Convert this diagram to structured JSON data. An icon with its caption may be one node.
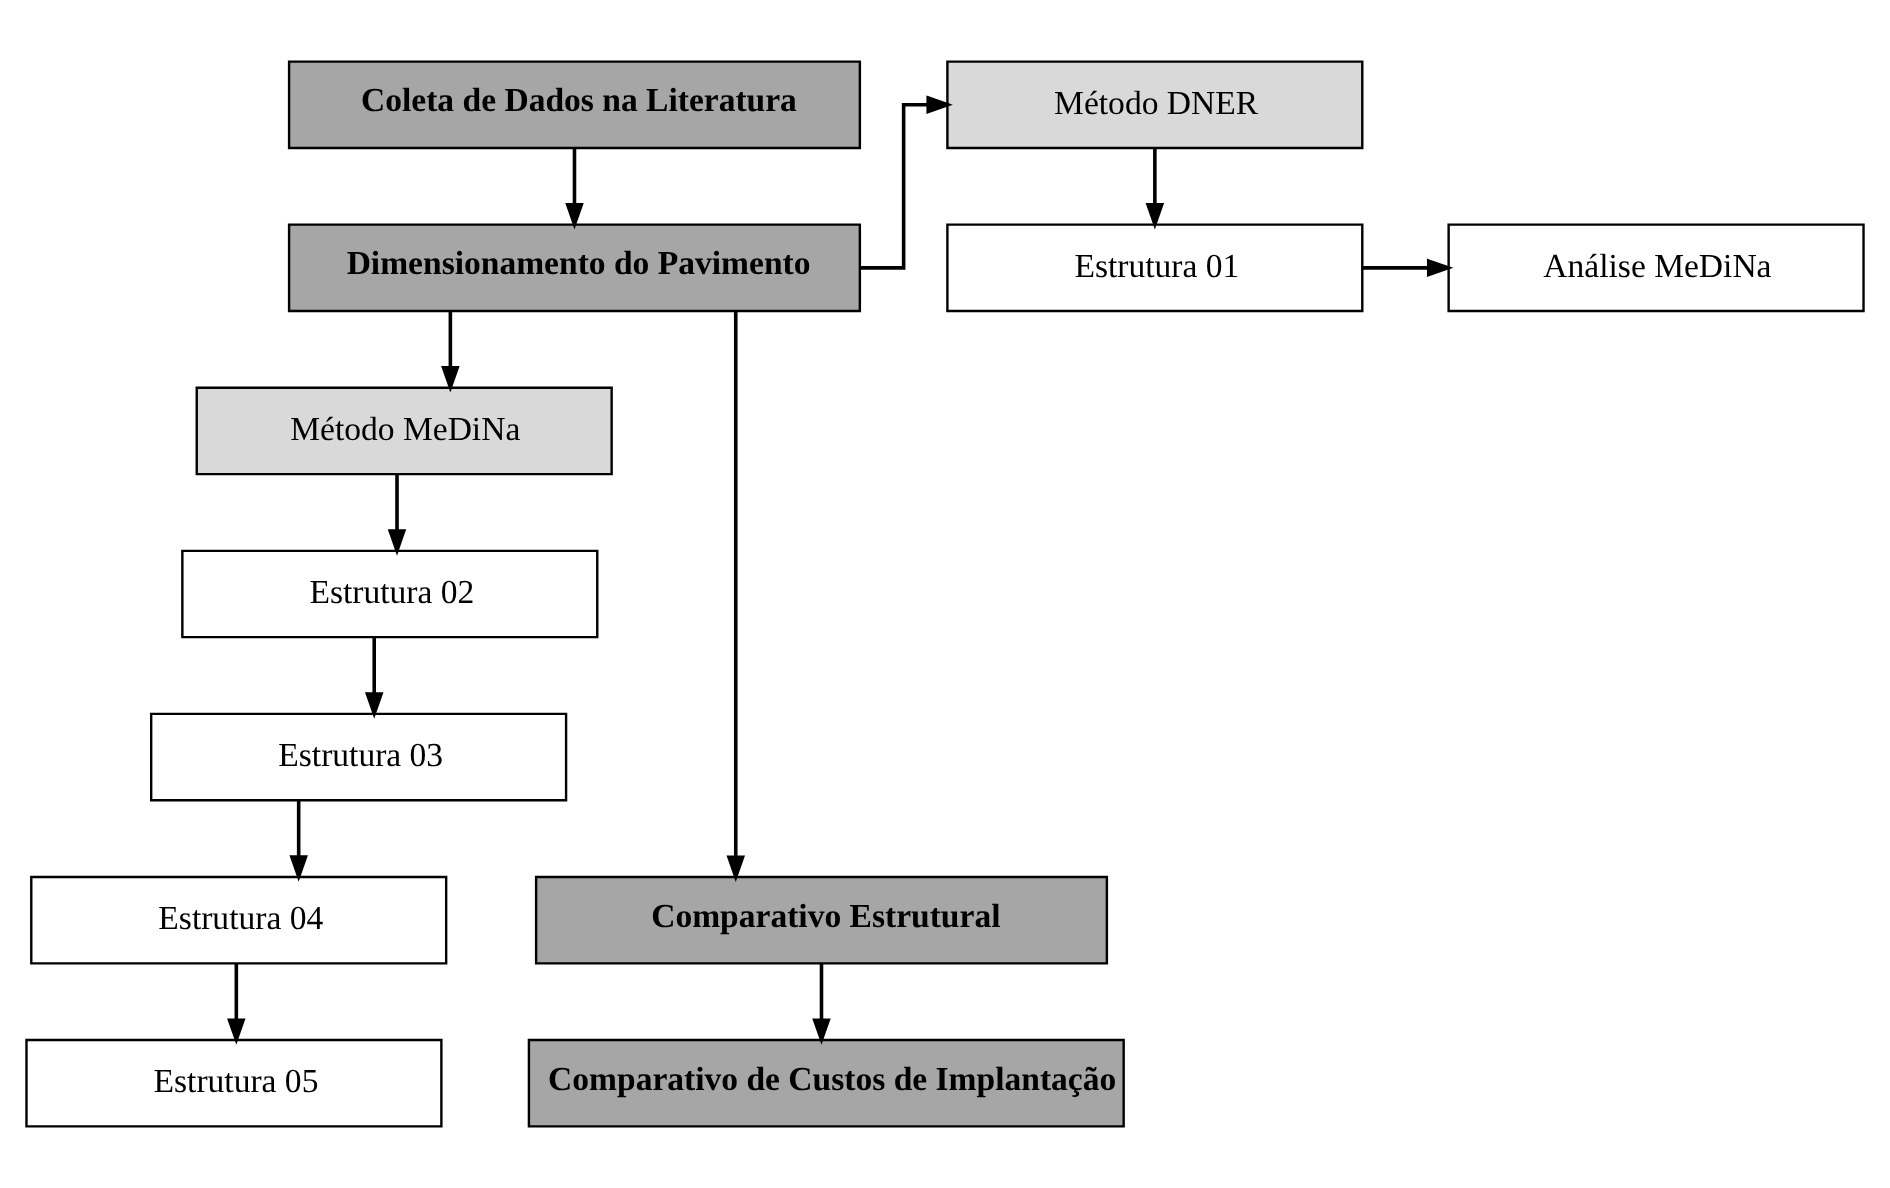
{
  "diagram": {
    "nodes": [
      {
        "text": [
          "Coleta de Dados na Literatura"
        ]
      },
      {
        "text": [
          "Dimensionamento do Pavimento"
        ]
      },
      {
        "text": [
          "Método DNER"
        ]
      },
      {
        "text": [
          "Estrutura 01"
        ]
      },
      {
        "text": [
          "Análise MeDiNa"
        ]
      },
      {
        "text": [
          "Método MeDiNa"
        ]
      },
      {
        "text": [
          "Estrutura 02"
        ]
      },
      {
        "text": [
          "Estrutura 03"
        ]
      },
      {
        "text": [
          "Estrutura 04"
        ]
      },
      {
        "text": [
          "Estrutura 05"
        ]
      },
      {
        "text": [
          "Comparativo Estrutural"
        ]
      },
      {
        "text": [
          "Comparativo de Custos de Implantação"
        ]
      }
    ],
    "edges": [
      {
        "from": 0,
        "to": 1,
        "arrow": "to"
      },
      {
        "from": 1,
        "to": 2,
        "arrow": "to"
      },
      {
        "from": 1,
        "to": 5,
        "arrow": "to"
      },
      {
        "from": 2,
        "to": 3,
        "arrow": "to"
      },
      {
        "from": 3,
        "to": 4,
        "arrow": "to"
      },
      {
        "from": 5,
        "to": 6,
        "arrow": "to"
      },
      {
        "from": 6,
        "to": 7,
        "arrow": "to"
      },
      {
        "from": 7,
        "to": 8,
        "arrow": "to"
      },
      {
        "from": 8,
        "to": 9,
        "arrow": "to"
      },
      {
        "from": 1,
        "to": 10,
        "arrow": "to"
      },
      {
        "from": 10,
        "to": 11,
        "arrow": "to"
      }
    ]
  }
}
